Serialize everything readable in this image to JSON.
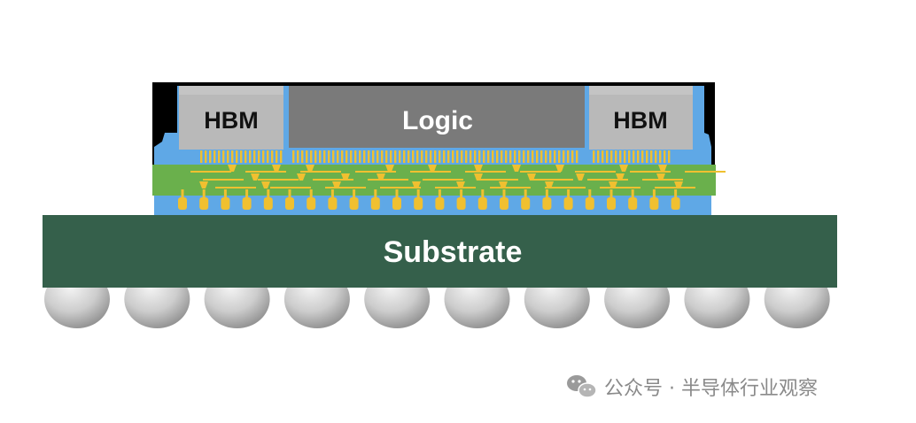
{
  "diagram": {
    "hbm_left_label": "HBM",
    "logic_label": "Logic",
    "hbm_right_label": "HBM",
    "substrate_label": "Substrate",
    "bga_ball_count": 10
  },
  "watermark": {
    "icon": "wechat-icon",
    "text": "公众号 · 半导体行业观察"
  },
  "colors": {
    "mold": "#000000",
    "underfill": "#5fa8e6",
    "hbm": "#b9b9b9",
    "logic": "#7a7a7a",
    "interposer": "#6ab04c",
    "trace": "#f0c030",
    "substrate": "#35604b",
    "ball": "#cfcfcf"
  }
}
